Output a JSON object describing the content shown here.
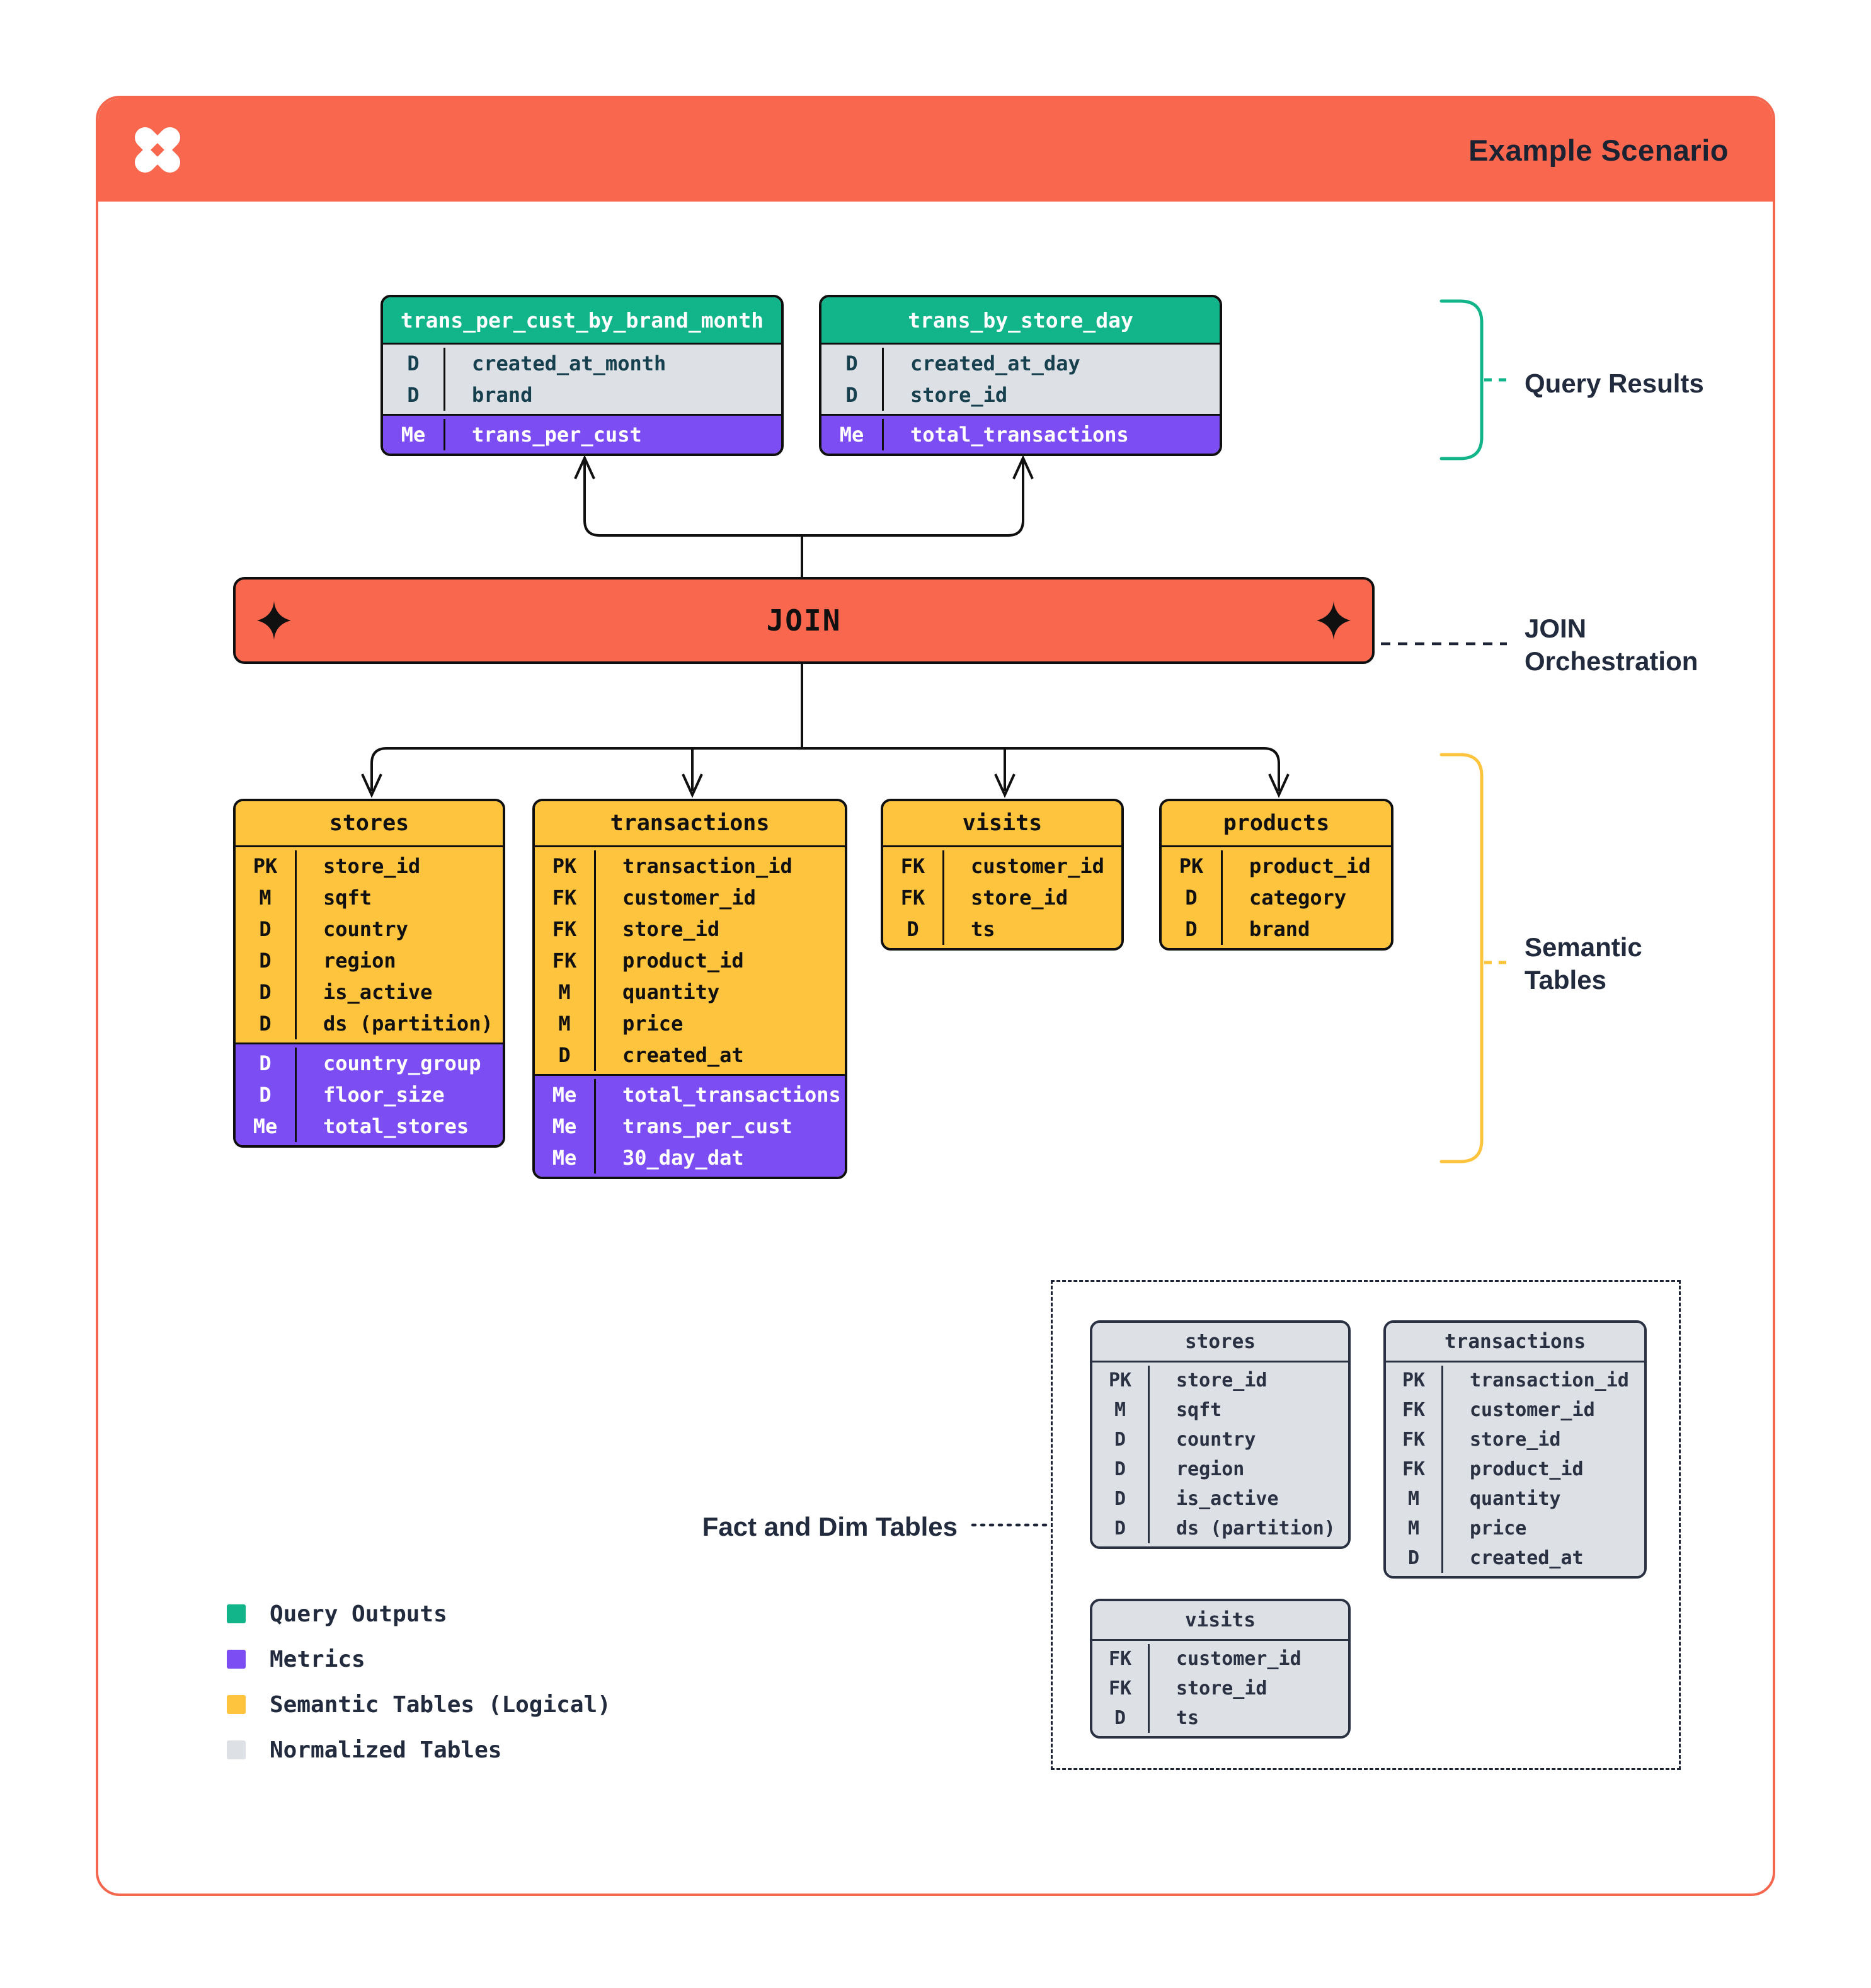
{
  "header": {
    "title": "Example Scenario"
  },
  "join": {
    "label": "JOIN"
  },
  "annotations": {
    "query_results": "Query Results",
    "join_orchestration": "JOIN\nOrchestration",
    "semantic_tables": "Semantic\nTables",
    "fact_dim": "Fact and Dim Tables"
  },
  "tables": {
    "query_a": {
      "title": "trans_per_cust_by_brand_month",
      "head_style": "green",
      "sections": [
        {
          "style": "gray",
          "rows": [
            [
              "D",
              "created_at_month"
            ],
            [
              "D",
              "brand"
            ]
          ]
        },
        {
          "style": "purple",
          "rows": [
            [
              "Me",
              "trans_per_cust"
            ]
          ]
        }
      ]
    },
    "query_b": {
      "title": "trans_by_store_day",
      "head_style": "green",
      "sections": [
        {
          "style": "gray",
          "rows": [
            [
              "D",
              "created_at_day"
            ],
            [
              "D",
              "store_id"
            ]
          ]
        },
        {
          "style": "purple",
          "rows": [
            [
              "Me",
              "total_transactions"
            ]
          ]
        }
      ]
    },
    "sem_stores": {
      "title": "stores",
      "head_style": "yellow",
      "sections": [
        {
          "style": "yellow",
          "rows": [
            [
              "PK",
              "store_id"
            ],
            [
              "M",
              "sqft"
            ],
            [
              "D",
              "country"
            ],
            [
              "D",
              "region"
            ],
            [
              "D",
              "is_active"
            ],
            [
              "D",
              "ds (partition)"
            ]
          ]
        },
        {
          "style": "purple",
          "rows": [
            [
              "D",
              "country_group"
            ],
            [
              "D",
              "floor_size"
            ],
            [
              "Me",
              "total_stores"
            ]
          ]
        }
      ]
    },
    "sem_transactions": {
      "title": "transactions",
      "head_style": "yellow",
      "sections": [
        {
          "style": "yellow",
          "rows": [
            [
              "PK",
              "transaction_id"
            ],
            [
              "FK",
              "customer_id"
            ],
            [
              "FK",
              "store_id"
            ],
            [
              "FK",
              "product_id"
            ],
            [
              "M",
              "quantity"
            ],
            [
              "M",
              "price"
            ],
            [
              "D",
              "created_at"
            ]
          ]
        },
        {
          "style": "purple",
          "rows": [
            [
              "Me",
              "total_transactions"
            ],
            [
              "Me",
              "trans_per_cust"
            ],
            [
              "Me",
              "30_day_dat"
            ]
          ]
        }
      ]
    },
    "sem_visits": {
      "title": "visits",
      "head_style": "yellow",
      "sections": [
        {
          "style": "yellow",
          "rows": [
            [
              "FK",
              "customer_id"
            ],
            [
              "FK",
              "store_id"
            ],
            [
              "D",
              "ts"
            ]
          ]
        }
      ]
    },
    "sem_products": {
      "title": "products",
      "head_style": "yellow",
      "sections": [
        {
          "style": "yellow",
          "rows": [
            [
              "PK",
              "product_id"
            ],
            [
              "D",
              "category"
            ],
            [
              "D",
              "brand"
            ]
          ]
        }
      ]
    },
    "fact_stores": {
      "title": "stores",
      "head_style": "gray",
      "sections": [
        {
          "style": "fgray",
          "rows": [
            [
              "PK",
              "store_id"
            ],
            [
              "M",
              "sqft"
            ],
            [
              "D",
              "country"
            ],
            [
              "D",
              "region"
            ],
            [
              "D",
              "is_active"
            ],
            [
              "D",
              "ds (partition)"
            ]
          ]
        }
      ]
    },
    "fact_transactions": {
      "title": "transactions",
      "head_style": "gray",
      "sections": [
        {
          "style": "fgray",
          "rows": [
            [
              "PK",
              "transaction_id"
            ],
            [
              "FK",
              "customer_id"
            ],
            [
              "FK",
              "store_id"
            ],
            [
              "FK",
              "product_id"
            ],
            [
              "M",
              "quantity"
            ],
            [
              "M",
              "price"
            ],
            [
              "D",
              "created_at"
            ]
          ]
        }
      ]
    },
    "fact_visits": {
      "title": "visits",
      "head_style": "gray",
      "sections": [
        {
          "style": "fgray",
          "rows": [
            [
              "FK",
              "customer_id"
            ],
            [
              "FK",
              "store_id"
            ],
            [
              "D",
              "ts"
            ]
          ]
        }
      ]
    }
  },
  "legend": {
    "items": [
      {
        "color": "#12B489",
        "label": "Query Outputs"
      },
      {
        "color": "#7C4DF3",
        "label": "Metrics"
      },
      {
        "color": "#FFC43E",
        "label": "Semantic Tables (Logical)"
      },
      {
        "color": "#DDE0E5",
        "label": "Normalized Tables"
      }
    ]
  },
  "colors": {
    "orange": "#F8674E",
    "green": "#12B489",
    "purple": "#7C4DF3",
    "yellow": "#FFC43E",
    "gray_row": "#DDE0E5",
    "navy_text": "#222B3D",
    "line_black": "#0f0f0f"
  }
}
